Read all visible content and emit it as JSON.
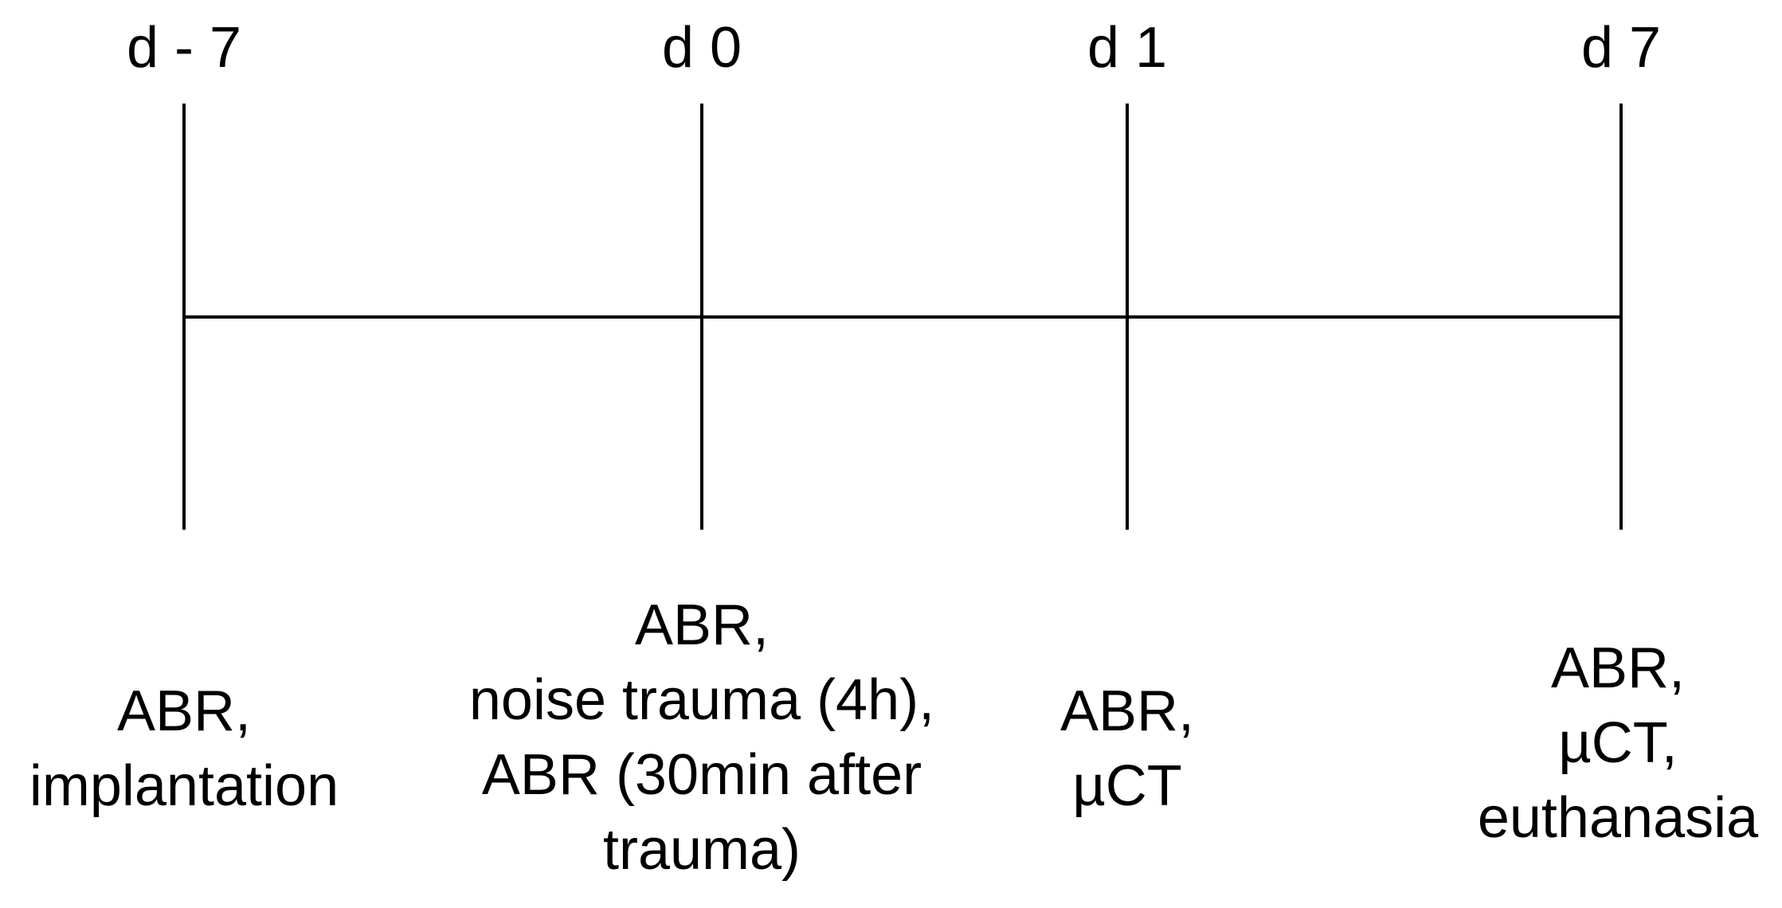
{
  "timeline": {
    "points": [
      {
        "tick_label": "d - 7",
        "event_lines": [
          "ABR,",
          "implantation"
        ]
      },
      {
        "tick_label": "d 0",
        "event_lines": [
          "ABR,",
          "noise trauma (4h),",
          "ABR (30min after",
          "trauma)"
        ]
      },
      {
        "tick_label": "d 1",
        "event_lines": [
          "ABR,",
          "µCT"
        ]
      },
      {
        "tick_label": "d 7",
        "event_lines": [
          "ABR,",
          "µCT,",
          "euthanasia"
        ]
      }
    ]
  },
  "colors": {
    "line": "#000000",
    "text": "#000000",
    "background": "#ffffff"
  }
}
